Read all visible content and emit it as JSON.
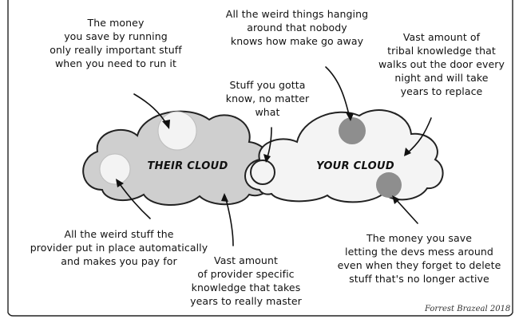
{
  "annotations": {
    "money_saved": "The money\nyou save by running\nonly really important stuff\nwhen you need to run it",
    "weird_things": "All the weird things hanging\naround that nobody\nknows how make go away",
    "tribal_knowledge": "Vast amount of\ntribal knowledge that\nwalks out the door every\nnight and will take\nyears to replace",
    "stuff_to_know": "Stuff you gotta\nknow, no matter\nwhat",
    "provider_weird": "All the weird stuff the\nprovider put in place automatically\nand makes you pay for",
    "provider_knowledge": "Vast amount\nof provider specific\nknowledge that takes\nyears to really master",
    "devs_money": "The money you save\nletting the devs mess around\neven when they forget to delete\nstuff that's no longer active"
  },
  "clouds": {
    "their_label": "THEIR CLOUD",
    "your_label": "YOUR CLOUD",
    "their_fill": "#cfcfcf",
    "your_fill": "#f4f4f4",
    "dark_spot": "#8e8e8e",
    "light_spot": "#f3f3f3",
    "outline": "#222222"
  },
  "signature": "Forrest Brazeal 2018"
}
